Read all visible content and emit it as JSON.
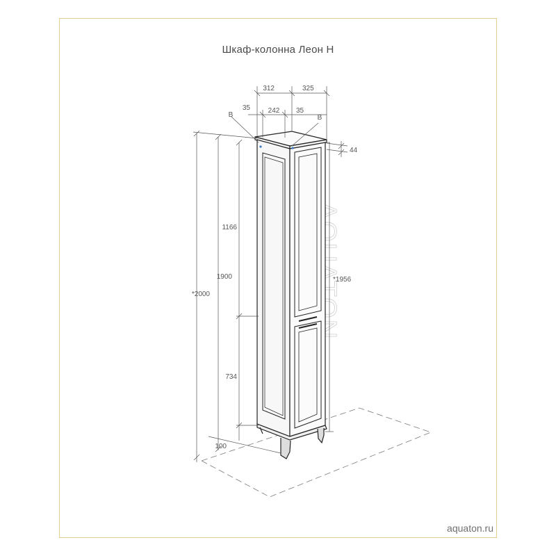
{
  "title": "Шкаф-колонна Леон Н",
  "website": "aquaton.ru",
  "watermark": "AQUATON",
  "dimensions": {
    "width_left": "312",
    "width_right": "325",
    "offset_left": "35",
    "inner_width": "242",
    "offset_right": "35",
    "label_b_left": "B",
    "label_b_right": "B",
    "top_offset": "44",
    "upper_section": "1166",
    "lower_section": "734",
    "body_height": "1900",
    "total_height": "*2000",
    "height_right": "*1956",
    "legs_height": "100"
  }
}
